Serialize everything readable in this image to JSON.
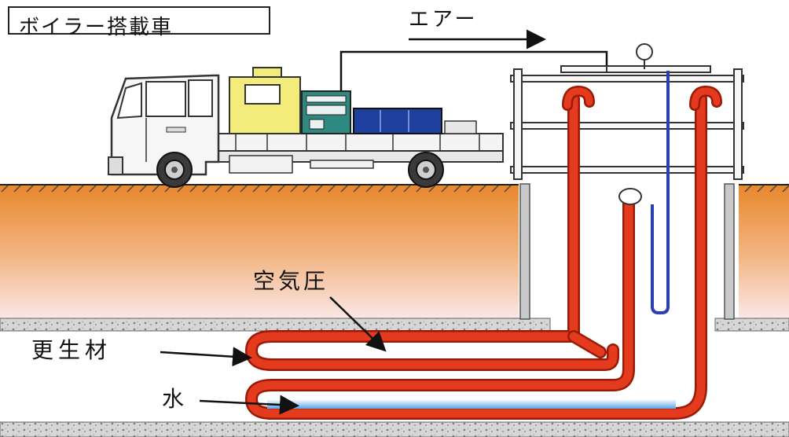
{
  "title": "ボイラー搭載車",
  "labels": {
    "air": "エアー",
    "air_pressure": "空気圧",
    "lining_material": "更生材",
    "water": "水"
  },
  "colors": {
    "soil_top": "#e8862a",
    "soil_bottom": "#fbe9ea",
    "liner_red": "#e43a1e",
    "water_blue": "#2a3fb0",
    "truck_box_yellow": "#f3ec7a",
    "truck_box_teal": "#2e8a80",
    "truck_box_blue": "#1f3f9e"
  }
}
